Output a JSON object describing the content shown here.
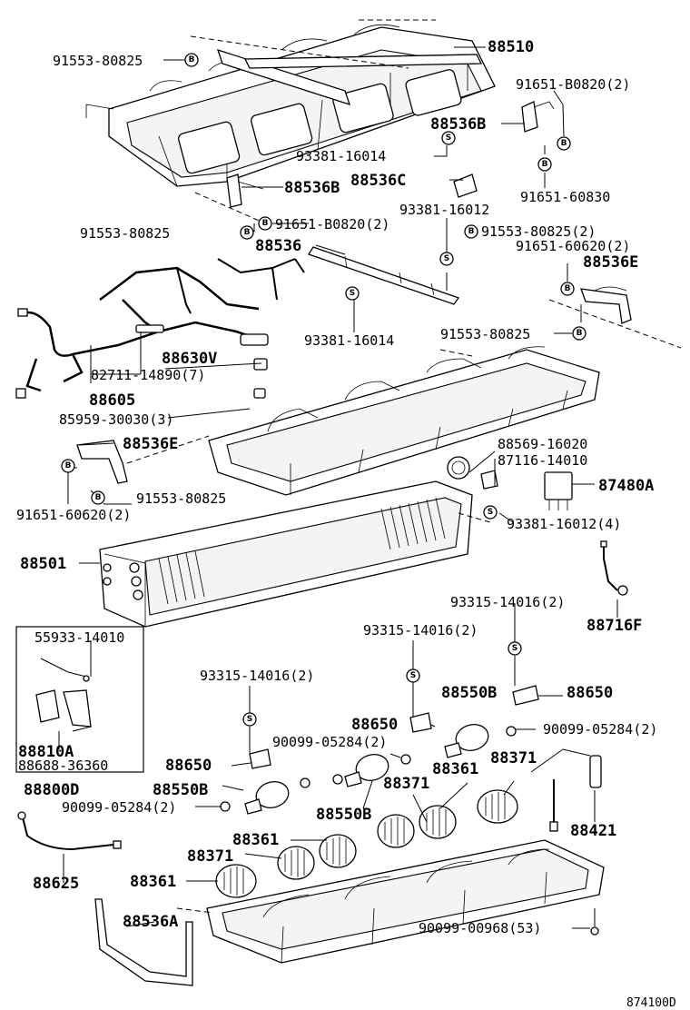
{
  "diagram_id": "874100D",
  "labels": {
    "p88510": "88510",
    "b91553_80825_top": "91553-80825",
    "b91651_B0820_2_right": "91651-B0820(2)",
    "p88536B_right": "88536B",
    "s93381_16014_top": "93381-16014",
    "p88536C": "88536C",
    "b91651_60830": "91651-60830",
    "p88536B_left": "88536B",
    "s93381_16012": "93381-16012",
    "b91553_80825_left": "91553-80825",
    "b91651_B0820_2_mid": "91651-B0820(2)",
    "b91553_80825_2": "91553-80825(2)",
    "p88536": "88536",
    "b91651_60620_2_right": "91651-60620(2)",
    "p88536E_right": "88536E",
    "s93381_16014_mid": "93381-16014",
    "b91553_80825_mid": "91553-80825",
    "p88630V": "88630V",
    "p82711_14890": "82711-14890(7)",
    "p88605": "88605",
    "p85959_30030": "85959-30030(3)",
    "p88536E_left": "88536E",
    "p88569_16020": "88569-16020",
    "p87116_14010": "87116-14010",
    "p87480A": "87480A",
    "b91651_60620_2_left": "91651-60620(2)",
    "b91553_80825_bottom": "91553-80825",
    "s93381_16012_4": "93381-16012(4)",
    "p88501": "88501",
    "p88716F": "88716F",
    "s93315_14016_2_right": "93315-14016(2)",
    "p55933_14010": "55933-14010",
    "s93315_14016_2_mid": "93315-14016(2)",
    "p88650_right": "88650",
    "p88550B_right": "88550B",
    "s93315_14016_2_left": "93315-14016(2)",
    "p88650_mid": "88650",
    "p90099_05284_2_right": "90099-05284(2)",
    "p90099_05284_2_mid": "90099-05284(2)",
    "p88371_right": "88371",
    "p88361_right": "88361",
    "p88810A": "88810A",
    "p88688_36360": "88688-36360",
    "p88650_left": "88650",
    "p88800D": "88800D",
    "p88550B_left": "88550B",
    "p88371_mid": "88371",
    "p88421": "88421",
    "p90099_05284_2_left": "90099-05284(2)",
    "p88550B_mid": "88550B",
    "p88361_mid": "88361",
    "p88371_left": "88371",
    "p88361_left": "88361",
    "p88625": "88625",
    "p88536A": "88536A",
    "p90099_00968": "90099-00968(53)"
  },
  "symbols": {
    "bolt": "B",
    "screw": "S"
  }
}
